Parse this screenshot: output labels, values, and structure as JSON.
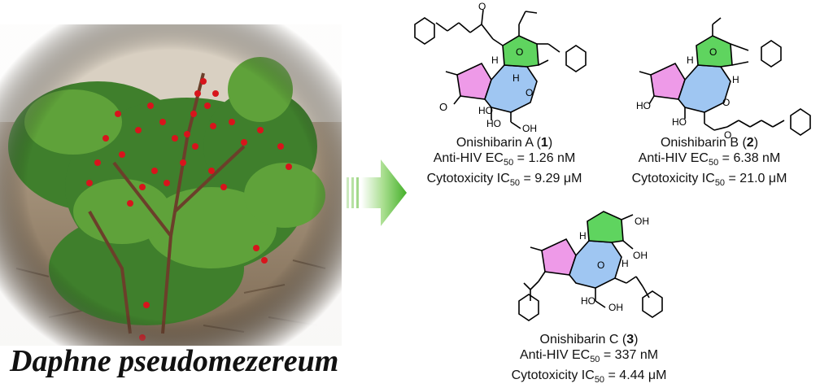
{
  "species": "Daphne pseudomezereum",
  "colors": {
    "arrow": "#5bbf3a",
    "ring_pink": "#ee9ae8",
    "ring_blue": "#9fc6f2",
    "ring_green": "#5fd45f",
    "berries": "#d8141c"
  },
  "compounds": [
    {
      "name": "Onishibarin A",
      "number": "1",
      "anti_hiv_label": "Anti-HIV EC",
      "anti_hiv_sub": "50",
      "anti_hiv_value": " = 1.26 nM",
      "cyto_label": "Cytotoxicity IC",
      "cyto_sub": "50",
      "cyto_value": " = 9.29 μM"
    },
    {
      "name": "Onishibarin B",
      "number": "2",
      "anti_hiv_label": "Anti-HIV EC",
      "anti_hiv_sub": "50",
      "anti_hiv_value": " = 6.38 nM",
      "cyto_label": "Cytotoxicity IC",
      "cyto_sub": "50",
      "cyto_value": " = 21.0 μM"
    },
    {
      "name": "Onishibarin C",
      "number": "3",
      "anti_hiv_label": "Anti-HIV EC",
      "anti_hiv_sub": "50",
      "anti_hiv_value": " = 337 nM",
      "cyto_label": "Cytotoxicity IC",
      "cyto_sub": "50",
      "cyto_value": " = 4.44 μM"
    }
  ],
  "atom_labels": {
    "oh": "OH",
    "ho": "HO",
    "o": "O",
    "h": "H"
  }
}
